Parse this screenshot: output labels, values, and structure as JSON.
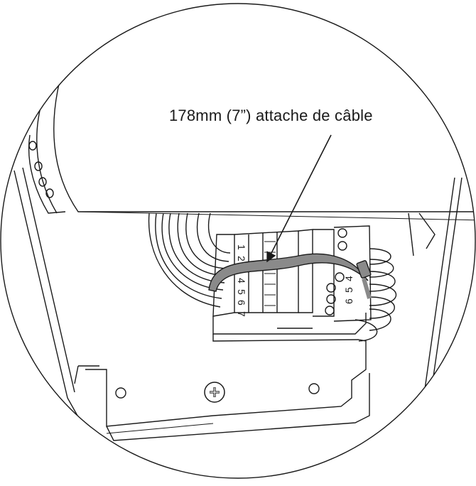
{
  "callout": {
    "label": "178mm  (7”) attache de câble"
  },
  "terminal_left_numbers": [
    "1",
    "2",
    "4",
    "5",
    "6",
    "7"
  ],
  "terminal_right_numbers": [
    "4",
    "5",
    "6"
  ],
  "colors": {
    "line": "#1a1a1a",
    "cable_tie": "#8a8a8a",
    "background": "#ffffff"
  },
  "icons": {
    "screw": "phillips-screw-icon",
    "arrow": "arrow-icon"
  }
}
